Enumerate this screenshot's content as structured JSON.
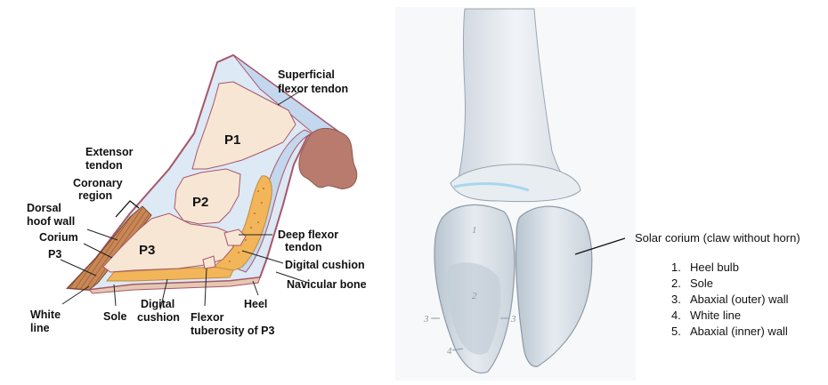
{
  "left_diagram": {
    "bone_labels": {
      "p1": "P1",
      "p2": "P2",
      "p3": "P3"
    },
    "labels": {
      "superficial_flexor_tendon": [
        "Superficial",
        "flexor tendon"
      ],
      "extensor_tendon": [
        "Extensor",
        "tendon"
      ],
      "coronary_region": [
        "Coronary",
        "region"
      ],
      "dorsal_hoof_wall": [
        "Dorsal",
        "hoof wall"
      ],
      "corium": "Corium",
      "p3_label": "P3",
      "white_line": [
        "White",
        "line"
      ],
      "sole": "Sole",
      "digital_cushion_bottom": [
        "Digital",
        "cushion"
      ],
      "flexor_tuberosity": [
        "Flexor",
        "tuberosity of P3"
      ],
      "heel": "Heel",
      "navicular_bone": "Navicular bone",
      "digital_cushion_right": "Digital cushion",
      "deep_flexor_tendon": [
        "Deep flexor",
        "tendon"
      ]
    }
  },
  "right_diagram": {
    "drawing_numbers": {
      "n1": "1",
      "n2": "2",
      "n3_left": "3",
      "n3_right": "3",
      "n4": "4"
    },
    "callout": "Solar corium (claw without horn)",
    "legend": [
      {
        "num": "1.",
        "text": "Heel bulb"
      },
      {
        "num": "2.",
        "text": "Sole"
      },
      {
        "num": "3.",
        "text": "Abaxial (outer) wall"
      },
      {
        "num": "4.",
        "text": "White line"
      },
      {
        "num": "5.",
        "text": "Abaxial (inner) wall"
      }
    ]
  },
  "colors": {
    "bone": "#f8e6d4",
    "outline": "#a8566a",
    "tendon_blue": "#c3d8ee",
    "pale_blue": "#dde9f5",
    "cushion": "#f2b55a",
    "hoof_brown": "#c07f4f",
    "nav_brown": "#b97b6e"
  }
}
